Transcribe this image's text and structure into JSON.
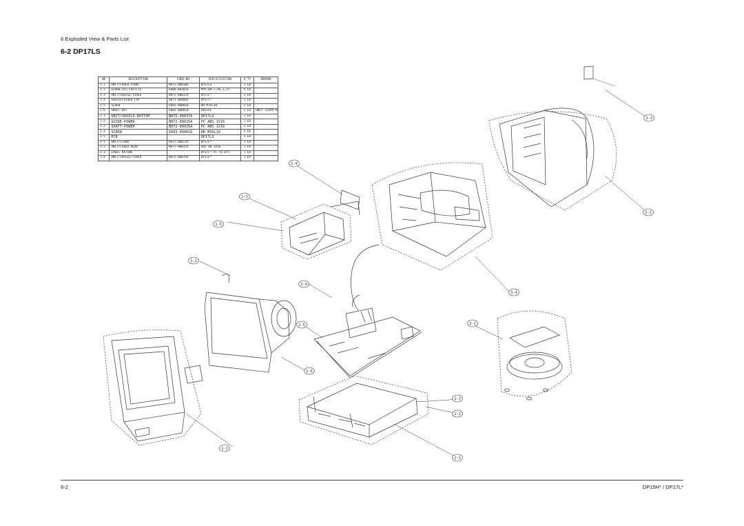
{
  "header": {
    "section": "6 Exploded View & Parts List",
    "title": "6-2 DP17LS"
  },
  "parts_table": {
    "columns": [
      "NO",
      "DESCRIPTION",
      "CODE-NO",
      "SPECIFICATION",
      "Q'TY",
      "REMARK"
    ],
    "rows": [
      {
        "no": "1-1",
        "desc": "UNIT/COVER-FRONT",
        "code": "BH75-00018A",
        "spec": "DP17LS",
        "qty": "1 EA",
        "remark": ""
      },
      {
        "no": "1-2",
        "desc": "SCREW-CRT/TAPTITE",
        "code": "6006-001010",
        "spec": "#PP,BH,+,OS,1,25",
        "qty": "4 EA",
        "remark": ""
      },
      {
        "no": "1-3",
        "desc": "UNIT/SHIELD-VIDEO",
        "code": "BH75-00032A",
        "spec": "DP17L*",
        "qty": "1 EA",
        "remark": ""
      },
      {
        "no": "1-4",
        "desc": "SHIELD/VIDEO-CAP",
        "code": "BH71-00006A",
        "spec": "DP17L*",
        "qty": "1 EA",
        "remark": ""
      },
      {
        "no": "1-5",
        "desc": "SCREW",
        "code": "6003-000010",
        "spec": "BH M3XL10",
        "qty": "2 EA",
        "remark": ""
      },
      {
        "no": "1-6",
        "desc": "SHEET-DOT",
        "code": "6003-000010",
        "spec": "ABS+PC",
        "qty": "2 EA",
        "remark": "ONLY TCO99-RF"
      },
      {
        "no": "2-1",
        "desc": "UNIT/SHIELD-BOTTOM",
        "code": "BH75-00037A",
        "spec": "DP17LS",
        "qty": "1 EA",
        "remark": "",
        "big": true,
        "group": true
      },
      {
        "no": "2-2",
        "desc": "GUIDE-POWER",
        "code": "BH72-00025A",
        "spec": "PC ABS 1V16",
        "qty": "1 EA",
        "remark": "",
        "big": true
      },
      {
        "no": "2-3",
        "desc": "SHAFT-POWER",
        "code": "BH72-00026A",
        "spec": "PC ABS 1V16",
        "qty": "1 EA",
        "remark": "",
        "big": true
      },
      {
        "no": "2-4",
        "desc": "SCREW",
        "code": "6003-000010",
        "spec": "BH M3XL10",
        "qty": "5 EA",
        "remark": "",
        "big": true
      },
      {
        "no": "2-5",
        "desc": "PCB",
        "code": "",
        "spec": "DP17LS",
        "qty": "1 EA",
        "remark": "",
        "big": true
      },
      {
        "no": "3-1",
        "desc": "UNIT/STAND",
        "code": "BH75-00023A",
        "spec": "DP17L*",
        "qty": "1 EA",
        "remark": "",
        "group": true
      },
      {
        "no": "3-2",
        "desc": "UNIT/COVER-REAR",
        "code": "BH75-00035A",
        "spec": "ABS HB 1V16",
        "qty": "1 EA",
        "remark": ""
      },
      {
        "no": "3-3",
        "desc": "LABEL RATING",
        "code": "",
        "spec": "DP17L* PC T0.075",
        "qty": "1 EA",
        "remark": ""
      },
      {
        "no": "3-4",
        "desc": "UNIT/SHIELD-COVER",
        "code": "BH75-00015A",
        "spec": "DP17L*",
        "qty": "1 EA",
        "remark": ""
      }
    ]
  },
  "callouts": [
    "1-1",
    "1-2",
    "1-3",
    "1-4",
    "1-5",
    "1-6",
    "2-1",
    "2-2",
    "2-3",
    "2-4",
    "2-5",
    "3-1",
    "3-2",
    "3-3",
    "3-4"
  ],
  "footer": {
    "page": "6-2",
    "models": "DP15H* / DP17L*"
  }
}
